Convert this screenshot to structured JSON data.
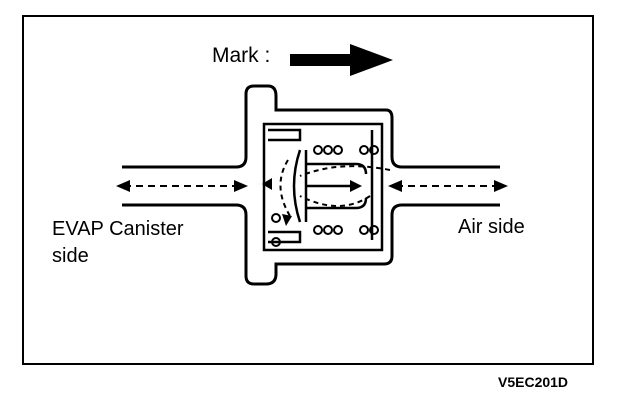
{
  "labels": {
    "mark": "Mark :",
    "evap_line1": "EVAP Canister",
    "evap_line2": "side",
    "air": "Air side",
    "figure_code": "V5EC201D"
  },
  "colors": {
    "ink": "#000000",
    "background": "#ffffff"
  },
  "icons": {
    "mark_arrow": "right-arrow-icon",
    "flow": "bidirectional-dashed-arrow"
  }
}
